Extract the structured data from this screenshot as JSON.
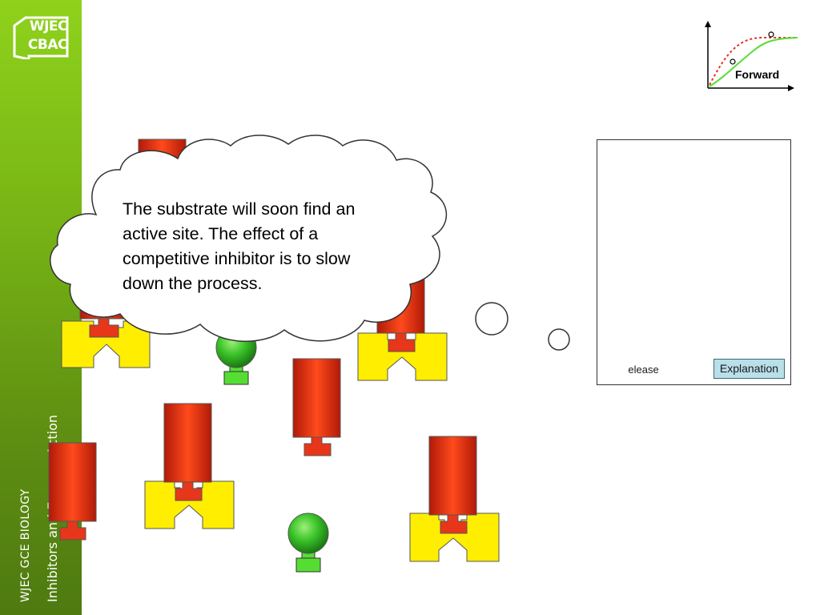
{
  "logo": {
    "line1": "WJEC",
    "line2": "CBAC"
  },
  "sidebar": {
    "course": "WJEC GCE BIOLOGY",
    "topic": "Inhibitors and Enzyme Action"
  },
  "bubble": {
    "text": "The substrate will soon find an active site. The effect of a competitive inhibitor is to slow down the process."
  },
  "graph": {
    "forward_label": "Forward"
  },
  "panel": {
    "release_label": "Release",
    "explanation_label": "Explanation"
  },
  "colors": {
    "sidebar_green": "#78b515",
    "substrate_red": "#e8361a",
    "enzyme_yellow": "#ffee00",
    "inhibitor_green": "#2eaa1e",
    "button_blue": "#b9dfe9"
  }
}
